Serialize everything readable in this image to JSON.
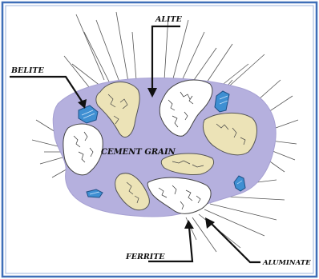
{
  "diagram": {
    "labels": {
      "alite": "ALITE",
      "belite": "BELITE",
      "cement_grain": "CEMENT GRAIN",
      "ferrite": "FERRITE",
      "aluminate": "ALUMINATE"
    },
    "colors": {
      "background": "#ffffff",
      "frame_border": "#3f6fb8",
      "grain_fill": "#b5b0de",
      "alite_fill": "#ece3b7",
      "belite_fill": "#3f8fd2",
      "ferrite_aluminate_fill": "#ffffff",
      "line": "#1a1a1a"
    }
  }
}
